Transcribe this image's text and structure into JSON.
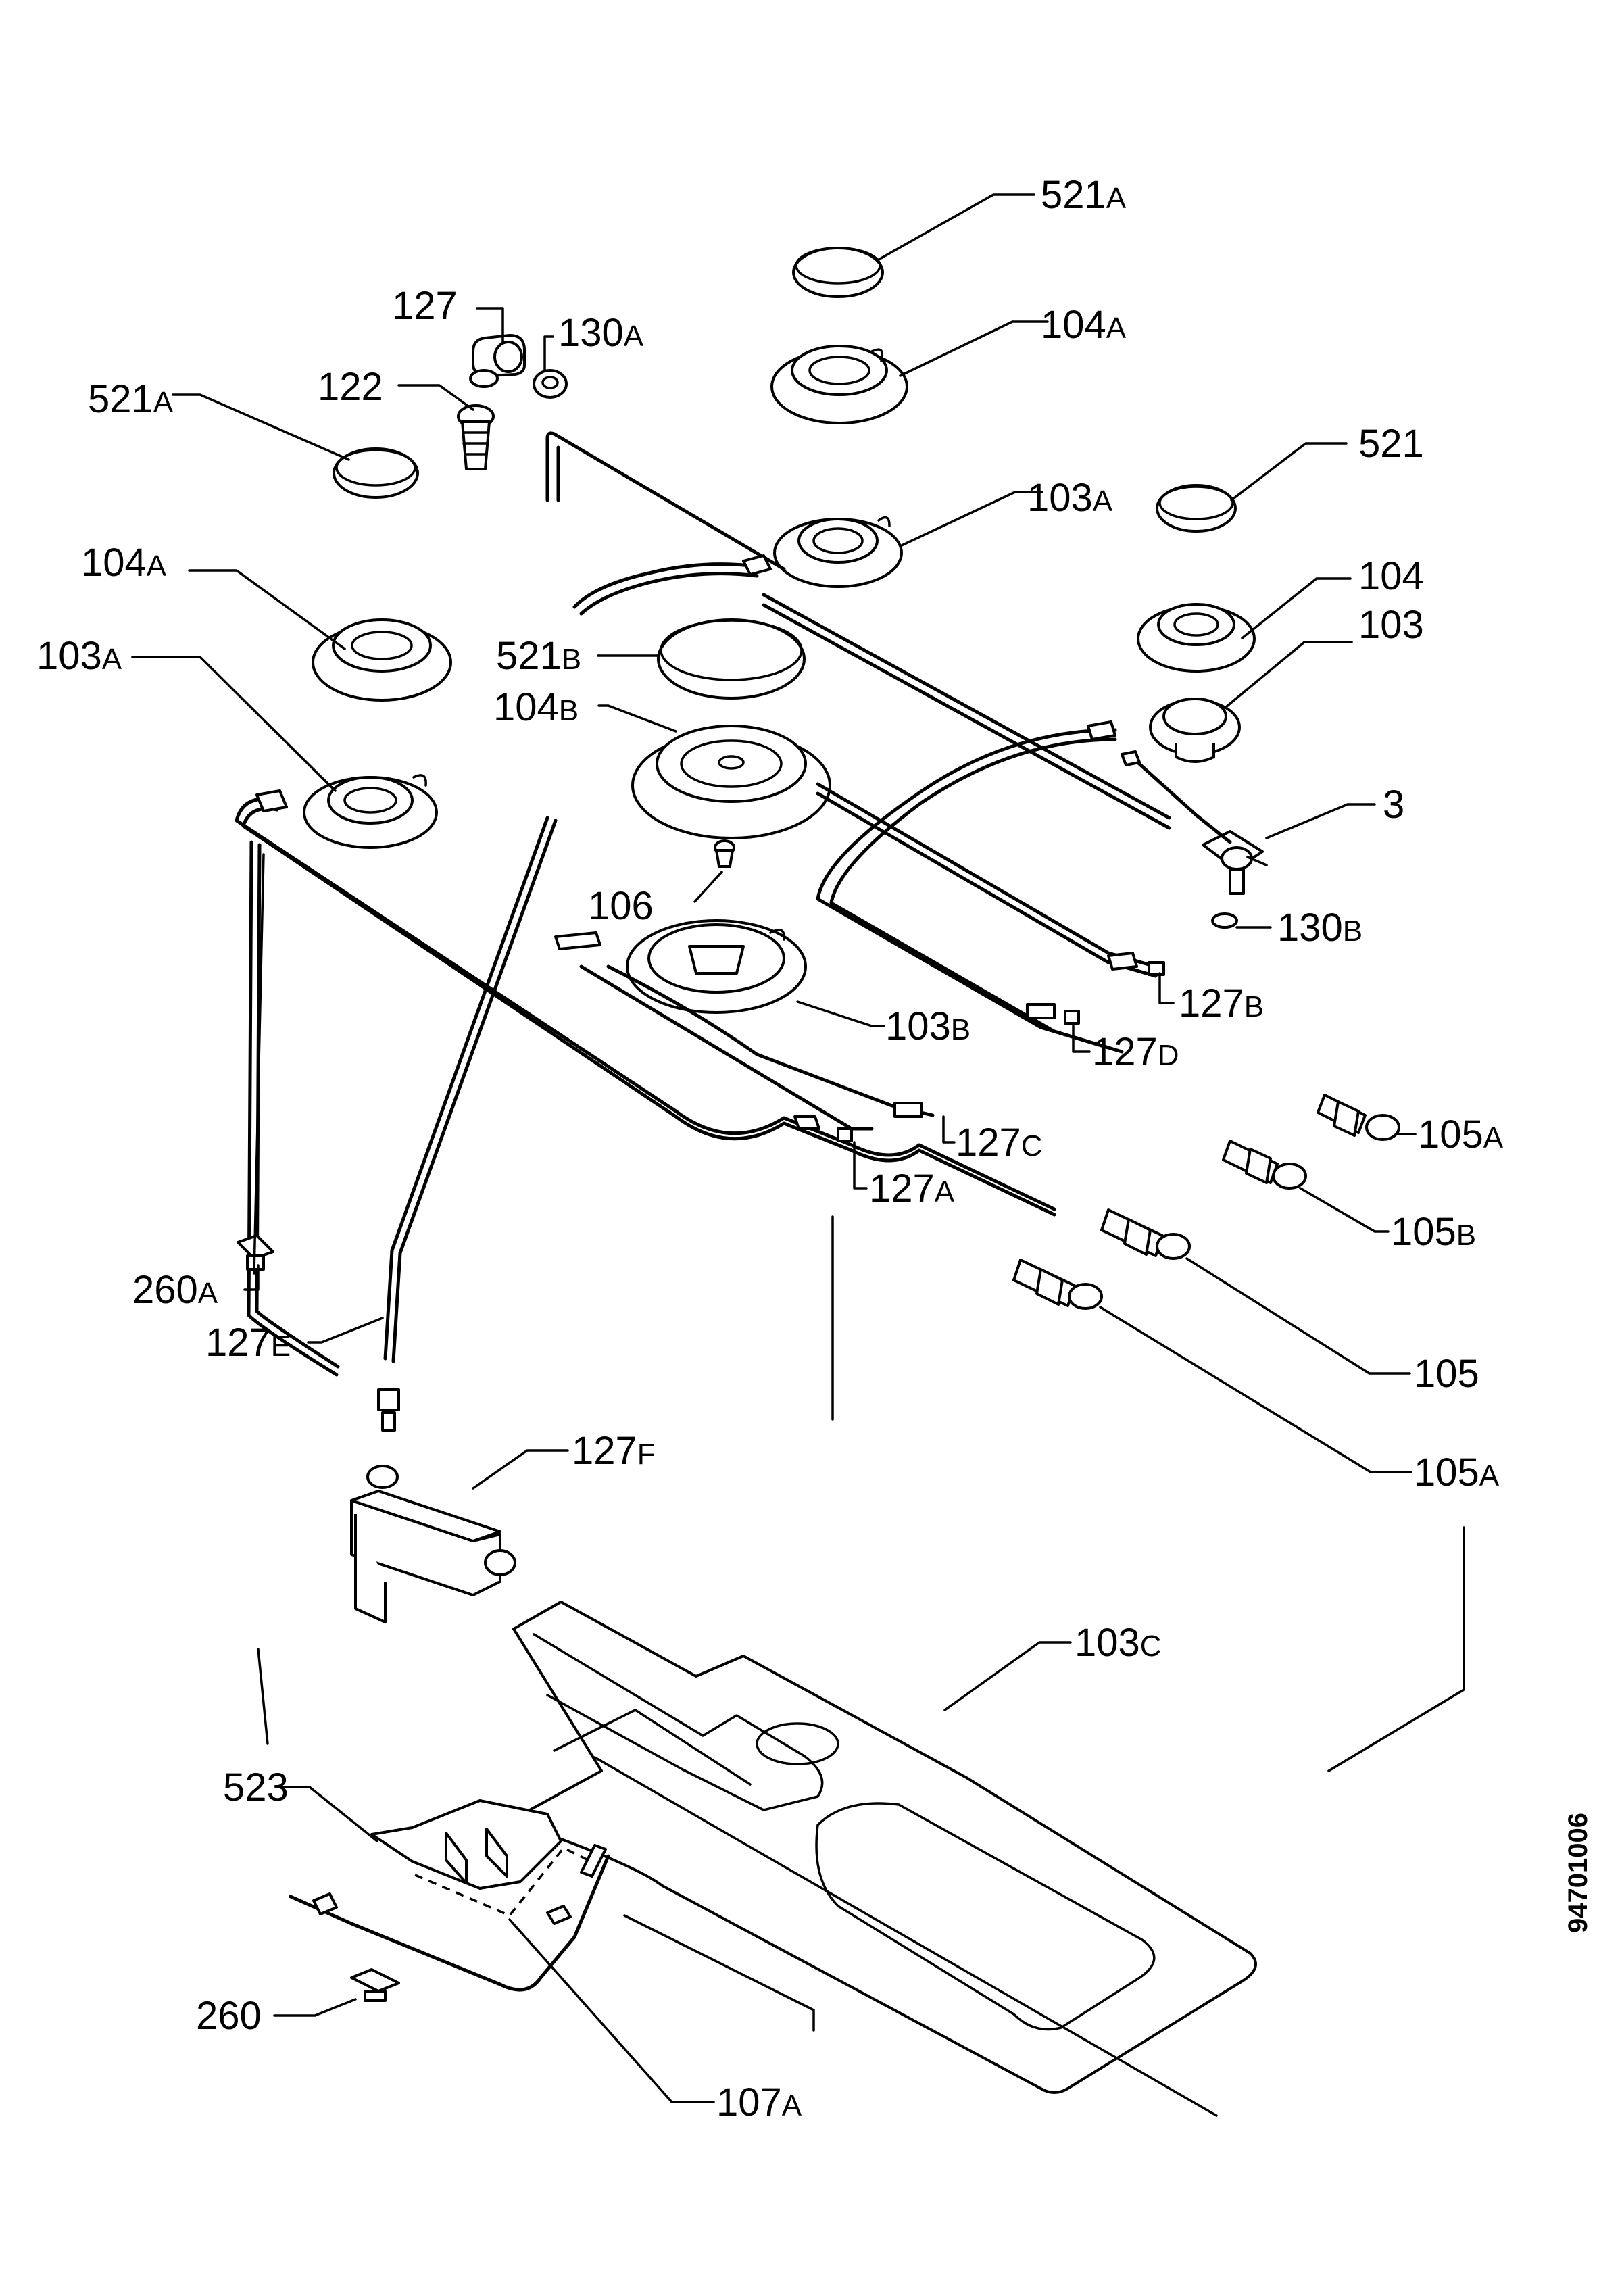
{
  "labels": {
    "l521A_top": {
      "main": "521",
      "sub": "A"
    },
    "l104A_top": {
      "main": "104",
      "sub": "A"
    },
    "l127": {
      "main": "127",
      "sub": ""
    },
    "l130A": {
      "main": "130",
      "sub": "A"
    },
    "l122": {
      "main": "122",
      "sub": ""
    },
    "l521A_left": {
      "main": "521",
      "sub": "A"
    },
    "l521": {
      "main": "521",
      "sub": ""
    },
    "l103A_top": {
      "main": "103",
      "sub": "A"
    },
    "l104A_left": {
      "main": "104",
      "sub": "A"
    },
    "l104": {
      "main": "104",
      "sub": ""
    },
    "l103": {
      "main": "103",
      "sub": ""
    },
    "l103A_left": {
      "main": "103",
      "sub": "A"
    },
    "l521B": {
      "main": "521",
      "sub": "B"
    },
    "l104B": {
      "main": "104",
      "sub": "B"
    },
    "l3": {
      "main": "3",
      "sub": ""
    },
    "l106": {
      "main": "106",
      "sub": ""
    },
    "l130B": {
      "main": "130",
      "sub": "B"
    },
    "l127B": {
      "main": "127",
      "sub": "B"
    },
    "l103B": {
      "main": "103",
      "sub": "B"
    },
    "l127D": {
      "main": "127",
      "sub": "D"
    },
    "l105A_top": {
      "main": "105",
      "sub": "A"
    },
    "l127C": {
      "main": "127",
      "sub": "C"
    },
    "l127A": {
      "main": "127",
      "sub": "A"
    },
    "l105B": {
      "main": "105",
      "sub": "B"
    },
    "l260A": {
      "main": "260",
      "sub": "A"
    },
    "l127E": {
      "main": "127",
      "sub": "E"
    },
    "l105": {
      "main": "105",
      "sub": ""
    },
    "l105A_bottom": {
      "main": "105",
      "sub": "A"
    },
    "l127F": {
      "main": "127",
      "sub": "F"
    },
    "l103C": {
      "main": "103",
      "sub": "C"
    },
    "l523": {
      "main": "523",
      "sub": ""
    },
    "l260": {
      "main": "260",
      "sub": ""
    },
    "l107A": {
      "main": "107",
      "sub": "A"
    }
  },
  "document_number": "94701006"
}
